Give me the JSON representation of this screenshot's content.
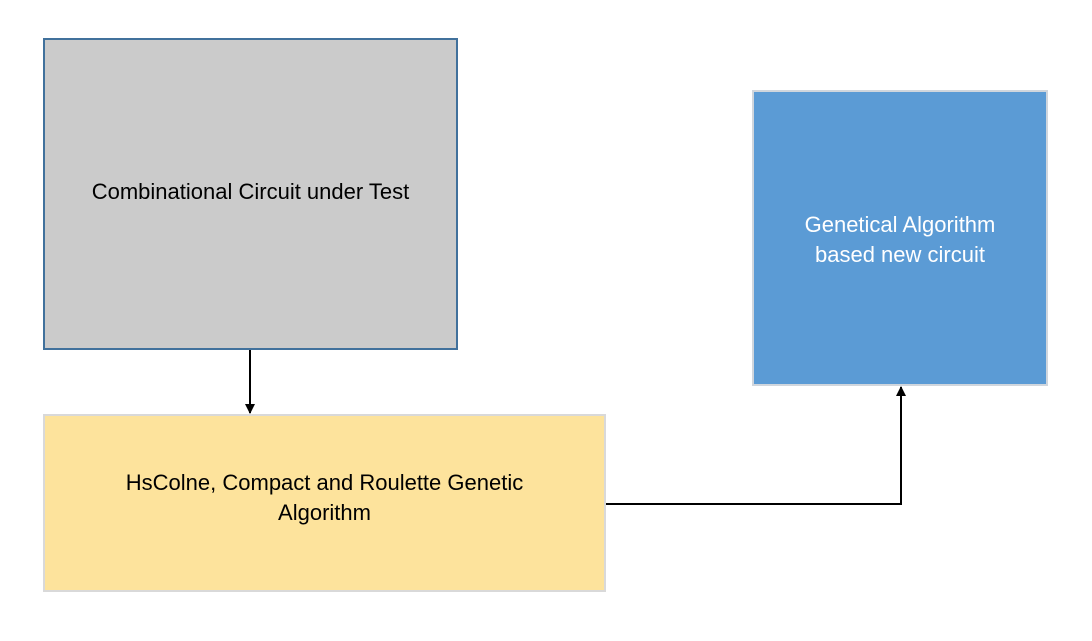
{
  "nodes": {
    "circuit_under_test": {
      "label": "Combinational Circuit under Test",
      "fill": "#cbcbcb",
      "border": "#41719c",
      "text_color": "#000000"
    },
    "genetic_algorithms": {
      "label": "HsColne, Compact and Roulette Genetic\nAlgorithm",
      "fill": "#fde39c",
      "border": "#d9d9d9",
      "text_color": "#000000"
    },
    "new_circuit": {
      "label": "Genetical Algorithm\nbased new circuit",
      "fill": "#5b9bd5",
      "border": "#d0d6dd",
      "text_color": "#ffffff"
    }
  },
  "edges": [
    {
      "from": "circuit_under_test",
      "to": "genetic_algorithms",
      "style": "straight-arrow",
      "color": "#000000"
    },
    {
      "from": "genetic_algorithms",
      "to": "new_circuit",
      "style": "elbow-arrow",
      "color": "#000000"
    }
  ]
}
